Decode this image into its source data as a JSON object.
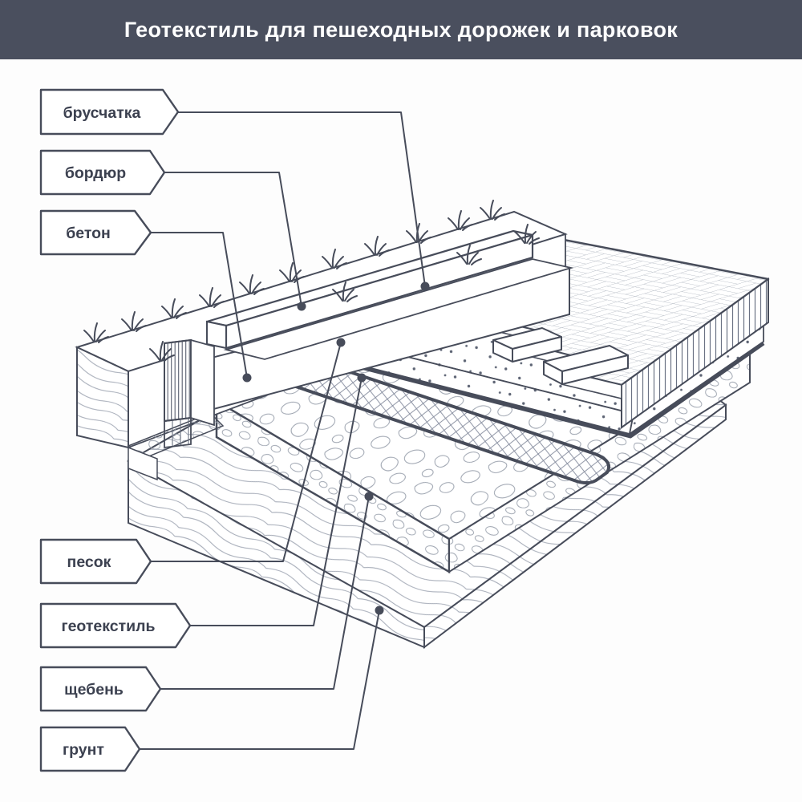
{
  "header": {
    "title": "Геотекстиль для пешеходных дорожек и парковок",
    "bg_color": "#4a4f5e",
    "text_color": "#ffffff"
  },
  "diagram": {
    "type": "isometric cutaway of pedestrian path / parking construction layers",
    "line_color": "#474c5a",
    "layers_top_to_bottom": [
      "брусчатка",
      "песок",
      "геотекстиль",
      "щебень",
      "грунт"
    ],
    "side_elements": [
      "бордюр",
      "бетон"
    ]
  },
  "labels": [
    {
      "id": "bruschatka",
      "text": "брусчатка",
      "points_to": "paver surface"
    },
    {
      "id": "bordyur",
      "text": "бордюр",
      "points_to": "curb stone"
    },
    {
      "id": "beton",
      "text": "бетон",
      "points_to": "concrete bedding"
    },
    {
      "id": "pesok",
      "text": "песок",
      "points_to": "sand layer"
    },
    {
      "id": "geotekstil",
      "text": "геотекстиль",
      "points_to": "geotextile sheet"
    },
    {
      "id": "scheben",
      "text": "щебень",
      "points_to": "crushed stone layer"
    },
    {
      "id": "grunt",
      "text": "грунт",
      "points_to": "soil base"
    }
  ]
}
